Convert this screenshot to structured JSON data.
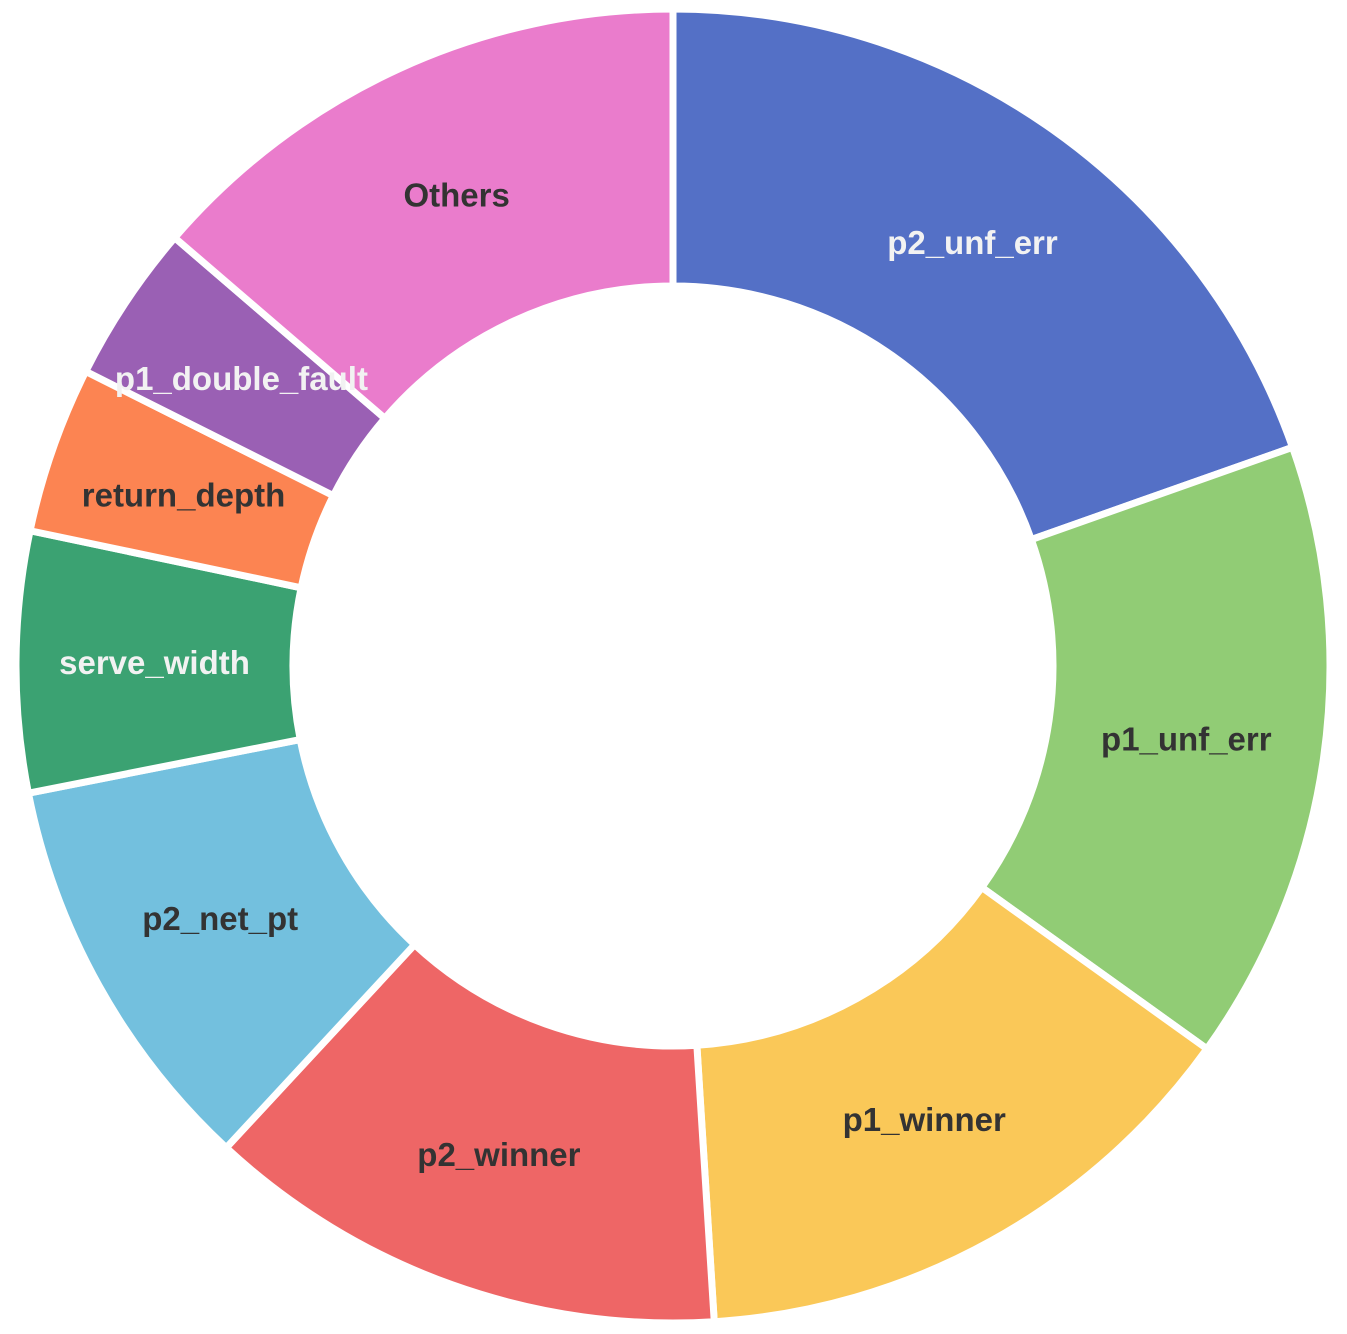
{
  "chart_data": {
    "type": "pie",
    "donut": true,
    "title": "",
    "legend": "none",
    "start": "top, clockwise",
    "slices": [
      {
        "label": "p2_unf_err",
        "value": 19.6,
        "color": "#5470c6",
        "label_color": "#f2f2f2"
      },
      {
        "label": "p1_unf_err",
        "value": 15.3,
        "color": "#91cc75",
        "label_color": "#333333"
      },
      {
        "label": "p1_winner",
        "value": 14.1,
        "color": "#fac858",
        "label_color": "#333333"
      },
      {
        "label": "p2_winner",
        "value": 12.9,
        "color": "#ee6666",
        "label_color": "#333333"
      },
      {
        "label": "p2_net_pt",
        "value": 10.0,
        "color": "#73c0de",
        "label_color": "#333333"
      },
      {
        "label": "serve_width",
        "value": 6.4,
        "color": "#3ba272",
        "label_color": "#f2f2f2"
      },
      {
        "label": "return_depth",
        "value": 4.1,
        "color": "#fc8452",
        "label_color": "#333333"
      },
      {
        "label": "p1_double_fault",
        "value": 3.9,
        "color": "#9a60b4",
        "label_color": "#f2f2f2"
      },
      {
        "label": "Others",
        "value": 13.7,
        "color": "#ea7ccc",
        "label_color": "#333333"
      }
    ]
  }
}
